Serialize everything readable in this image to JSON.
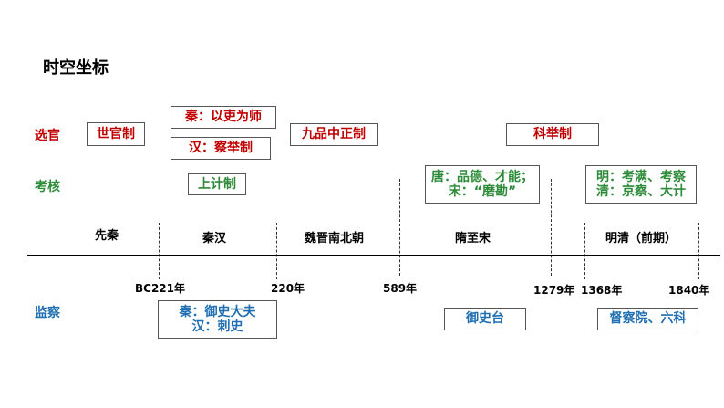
{
  "title": "时空坐标",
  "row_labels": {
    "select": "选官",
    "assess": "考核",
    "supervise": "监察"
  },
  "select_boxes": {
    "shiguan": "世官制",
    "qin": "秦：以吏为师",
    "han": "汉：察举制",
    "jiupin": "九品中正制",
    "keju": "科举制"
  },
  "assess_boxes": {
    "shangji": "上计制",
    "tang": "唐：品德、才能；",
    "song": "宋：“磨勘”",
    "ming": "明：考满、考察",
    "qing": "清：京察、大计"
  },
  "periods": {
    "xianqin": "先秦",
    "qinhan": "秦汉",
    "weijin": "魏晋南北朝",
    "suizhisong": "隋至宋",
    "mingqing": "明清（前期）"
  },
  "ticks": {
    "t1": "BC221年",
    "t2": "220年",
    "t3": "589年",
    "t4": "1279年",
    "t5": "1368年",
    "t6": "1840年"
  },
  "supervise_boxes": {
    "qin": "秦：御史大夫",
    "han": "汉：刺史",
    "yushitai": "御史台",
    "ducha": "督察院、六科"
  },
  "colors": {
    "select": "#c00000",
    "assess": "#2e8b3a",
    "supervise": "#1f6fb2"
  }
}
